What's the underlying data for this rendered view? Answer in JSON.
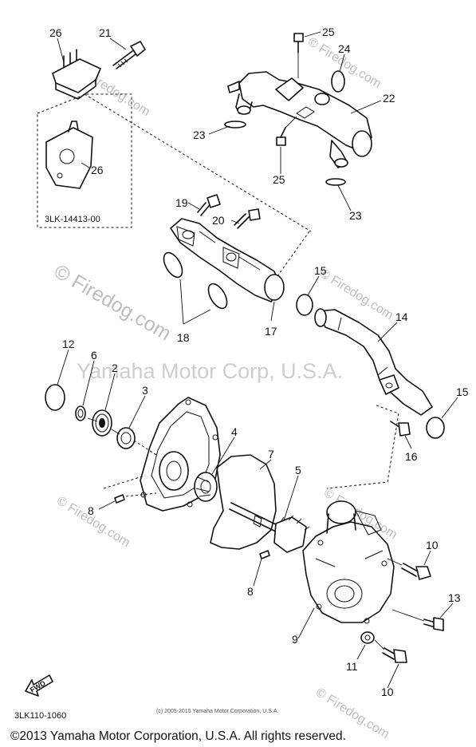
{
  "callouts": {
    "c26a": "26",
    "c21": "21",
    "c25a": "25",
    "c24": "24",
    "c22": "22",
    "c23a": "23",
    "c25b": "25",
    "c23b": "23",
    "c26b": "26",
    "c19": "19",
    "c20": "20",
    "c15a": "15",
    "c14": "14",
    "c18": "18",
    "c17": "17",
    "c12": "12",
    "c6": "6",
    "c2": "2",
    "c3": "3",
    "c15b": "15",
    "c16": "16",
    "c4": "4",
    "c7": "7",
    "c5": "5",
    "c8a": "8",
    "c8b": "8",
    "c10a": "10",
    "c13": "13",
    "c9": "9",
    "c11": "11",
    "c10b": "10"
  },
  "labels": {
    "inset_part_code": "3LK-14413-00",
    "diagram_code": "3LK110-1060",
    "fwd_arrow": "FWD",
    "small_copyright": "(c) 2005-2015 Yamaha Motor Corporation, U.S.A.",
    "footer_copyright": "©2013 Yamaha Motor Corporation, U.S.A. All rights reserved."
  },
  "watermarks": {
    "firedog_main": "© Firedog.com",
    "firedog_small": "© Firedog.com",
    "yamaha": "Yamaha Motor Corp, U.S.A."
  },
  "colors": {
    "line": "#111111",
    "watermark": "#bdbdbd",
    "background": "#ffffff"
  }
}
